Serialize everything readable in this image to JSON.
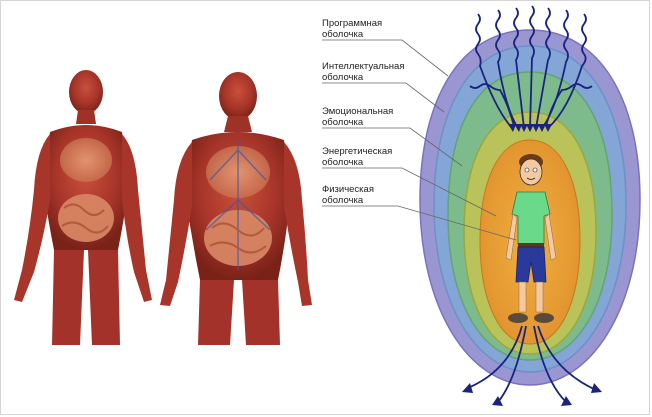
{
  "diagram": {
    "layers": [
      {
        "line1": "Программная",
        "line2": "оболочка",
        "color": "#9a96d2"
      },
      {
        "line1": "Интеллектуальная",
        "line2": "оболочка",
        "color": "#84a6d6"
      },
      {
        "line1": "Эмоциональная",
        "line2": "оболочка",
        "color": "#7dbb8c"
      },
      {
        "line1": "Энергетическая",
        "line2": "оболочка",
        "color": "#b9c35a"
      },
      {
        "line1": "Физическая",
        "line2": "оболочка",
        "color": "#e5a23d"
      }
    ],
    "arrow_color": "#1a237e"
  }
}
